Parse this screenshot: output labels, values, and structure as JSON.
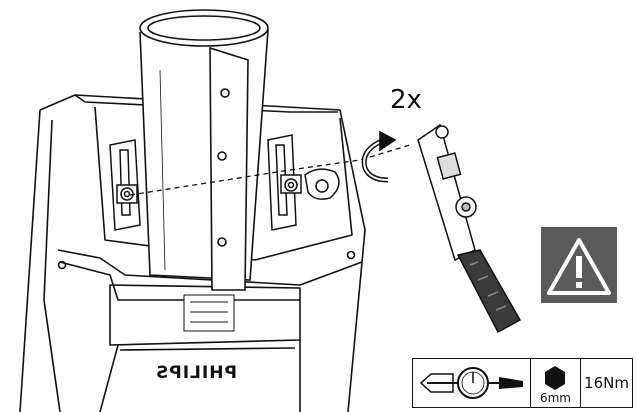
{
  "brand": "PHILIPS",
  "repeat_label": "2x",
  "spec_table": {
    "hex_size": "6mm",
    "torque": "16Nm"
  },
  "colors": {
    "line": "#111111",
    "warning_bg": "#5a5a5a",
    "warning_fg": "#ffffff",
    "wrench_grip": "#3a3a3a"
  },
  "icons": [
    "torque-wrench-icon",
    "hex-bit-icon",
    "warning-icon",
    "rotate-arrow-icon"
  ]
}
